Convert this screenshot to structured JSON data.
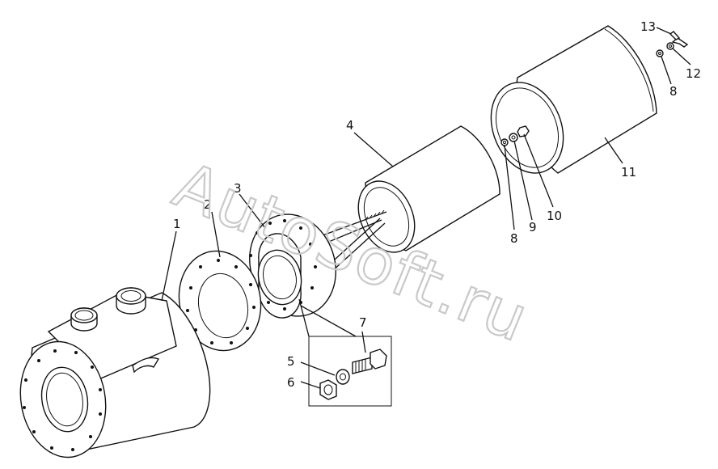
{
  "watermark": "AutoSoft.ru",
  "callouts": [
    {
      "id": "1",
      "text": "1"
    },
    {
      "id": "2",
      "text": "2"
    },
    {
      "id": "3",
      "text": "3"
    },
    {
      "id": "4",
      "text": "4"
    },
    {
      "id": "5",
      "text": "5"
    },
    {
      "id": "6",
      "text": "6"
    },
    {
      "id": "7",
      "text": "7"
    },
    {
      "id": "8a",
      "text": "8"
    },
    {
      "id": "9",
      "text": "9"
    },
    {
      "id": "10",
      "text": "10"
    },
    {
      "id": "11",
      "text": "11"
    },
    {
      "id": "8b",
      "text": "8"
    },
    {
      "id": "12",
      "text": "12"
    },
    {
      "id": "13",
      "text": "13"
    }
  ]
}
